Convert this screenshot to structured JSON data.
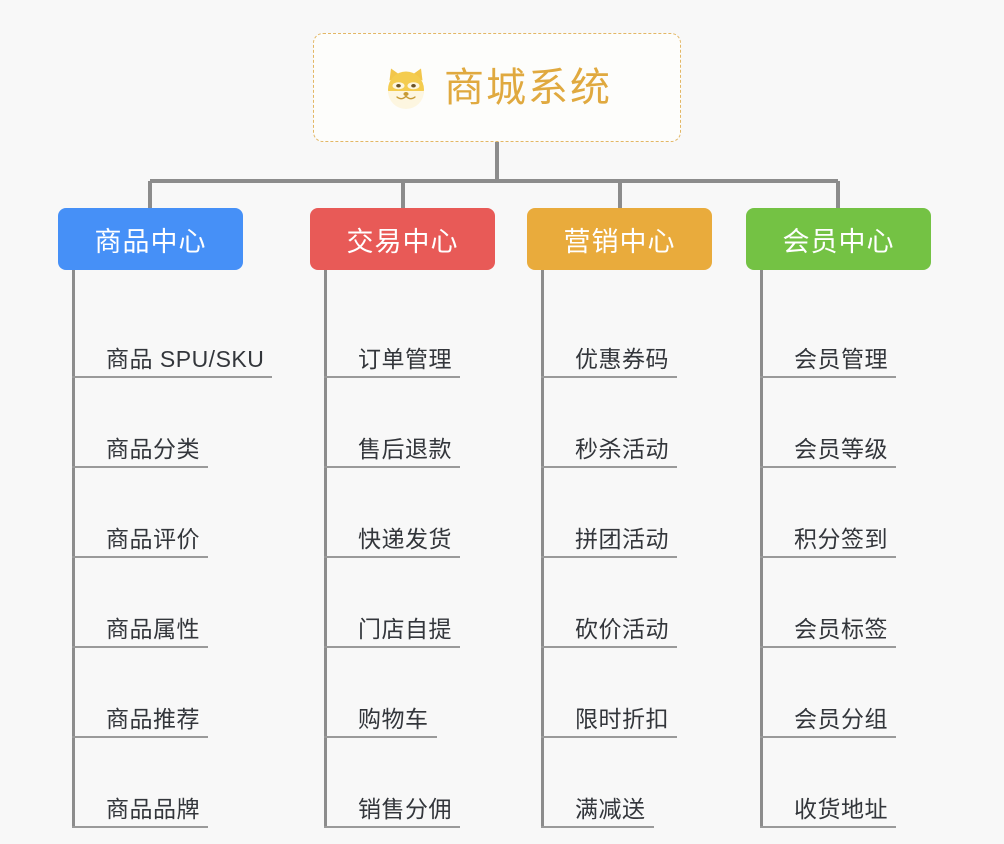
{
  "background_color": "#f8f8f8",
  "root": {
    "title": "商城系统",
    "icon": "shiba-dog-icon",
    "text_color": "#e0a93f",
    "border_color": "#e3b765",
    "fill_color": "#fdfdfb"
  },
  "connector_color": "#8c8c8c",
  "underline_color": "#9a9a9a",
  "leaf_text_color": "#33363b",
  "branches": [
    {
      "title": "商品中心",
      "color": "#4690f7",
      "text_color": "#ffffff",
      "items": [
        "商品 SPU/SKU",
        "商品分类",
        "商品评价",
        "商品属性",
        "商品推荐",
        "商品品牌"
      ]
    },
    {
      "title": "交易中心",
      "color": "#e85a57",
      "text_color": "#ffffff",
      "items": [
        "订单管理",
        "售后退款",
        "快递发货",
        "门店自提",
        "购物车",
        "销售分佣"
      ]
    },
    {
      "title": "营销中心",
      "color": "#e9ab3c",
      "text_color": "#ffffff",
      "items": [
        "优惠券码",
        "秒杀活动",
        "拼团活动",
        "砍价活动",
        "限时折扣",
        "满减送"
      ]
    },
    {
      "title": "会员中心",
      "color": "#74c244",
      "text_color": "#ffffff",
      "items": [
        "会员管理",
        "会员等级",
        "积分签到",
        "会员标签",
        "会员分组",
        "收货地址"
      ]
    }
  ]
}
